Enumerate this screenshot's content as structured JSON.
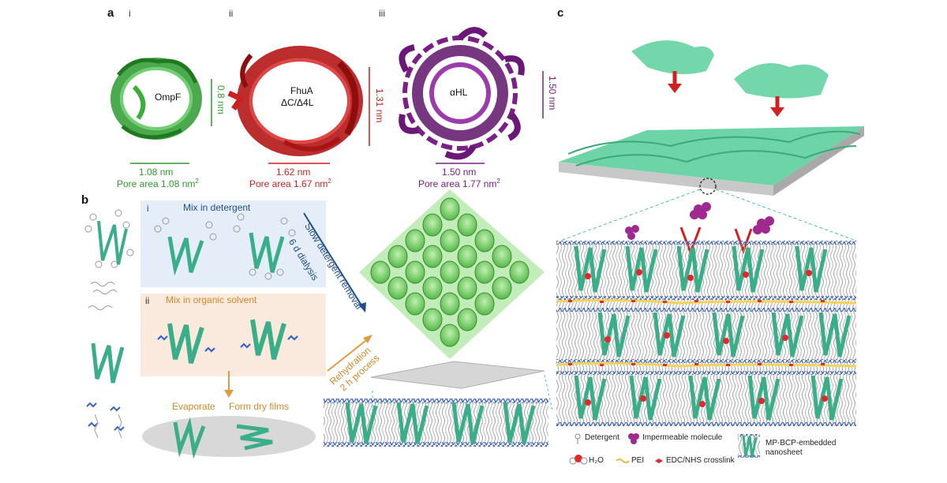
{
  "panel_a": {
    "label": "a",
    "sub": [
      {
        "roman": "i",
        "name": "OmpF",
        "color": "#2e9a2e",
        "height": "0.8 nm",
        "width": "1.08 nm",
        "area": "Pore area 1.08 nm",
        "sup": "2"
      },
      {
        "roman": "ii",
        "name_line1": "FhuA",
        "name_line2": "ΔC/Δ4L",
        "color": "#cc1f1f",
        "height": "1.31 nm",
        "width": "1.62 nm",
        "area": "Pore area 1.67 nm",
        "sup": "2"
      },
      {
        "roman": "iii",
        "name": "αHL",
        "color": "#7a1f86",
        "height": "1.50 nm",
        "width": "1.50 nm",
        "area": "Pore area 1.77 nm",
        "sup": "2"
      }
    ]
  },
  "panel_b": {
    "label": "b",
    "roman_i": "i",
    "roman_ii": "ii",
    "mix_detergent": "Mix in detergent",
    "mix_organic": "Mix in organic solvent",
    "dialysis_line1": "6 d dialysis",
    "dialysis_line2": "Slow detergent removal",
    "rehydration_line1": "Rehydration",
    "rehydration_line2": "2 h process",
    "evaporate": "Evaporate",
    "form_films": "Form dry films"
  },
  "panel_c": {
    "label": "c"
  },
  "legend": {
    "detergent": "Detergent",
    "impermeable": "Impermeable molecule",
    "water": "H₂O",
    "pei": "PEI",
    "crosslink": "EDC/NHS crosslink",
    "nanosheet_line1": "MP-BCP-embedded",
    "nanosheet_line2": "nanosheet"
  },
  "colors": {
    "green": "#2e9a2e",
    "red": "#cc1f1f",
    "purple": "#7a1f86",
    "blue_text": "#1f4e8c",
    "orange_text": "#d4892a",
    "protein": "#4fc9a0",
    "sheet": "#5ccf9c"
  }
}
